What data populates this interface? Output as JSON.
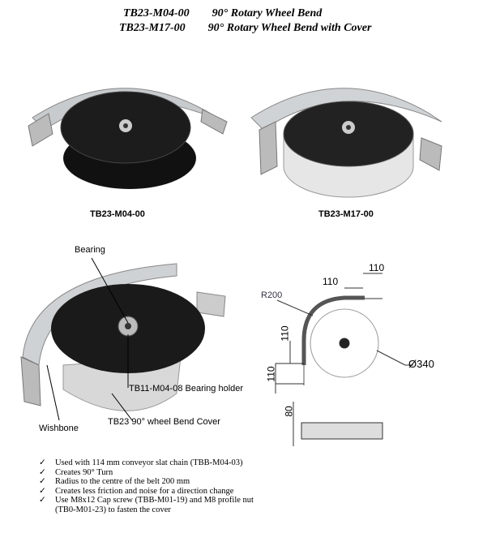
{
  "header": {
    "lines": [
      {
        "code": "TB23-M04-00",
        "desc": "90° Rotary Wheel Bend"
      },
      {
        "code": "TB23-M17-00",
        "desc": "90° Rotary Wheel Bend with Cover"
      }
    ]
  },
  "products": [
    {
      "caption": "TB23-M04-00"
    },
    {
      "caption": "TB23-M17-00"
    }
  ],
  "callouts": {
    "bearing": "Bearing",
    "holder": "TB11-M04-08 Bearing holder",
    "cover": "TB23 90° wheel Bend Cover",
    "wishbone": "Wishbone"
  },
  "dimensions": {
    "r": "R200",
    "d1": "110",
    "d2": "110",
    "d3": "110",
    "d4": "110",
    "dia": "Ø340",
    "h": "80"
  },
  "features": [
    "Used with 114 mm conveyor slat chain (TBB-M04-03)",
    "Creates 90° Turn",
    "Radius to the centre of the belt 200 mm",
    "Creates less friction and noise for a direction change",
    "Use M8x12 Cap screw (TBB-M01-19) and M8 profile nut (TB0-M01-23) to fasten the cover"
  ],
  "check_icon": "✓"
}
